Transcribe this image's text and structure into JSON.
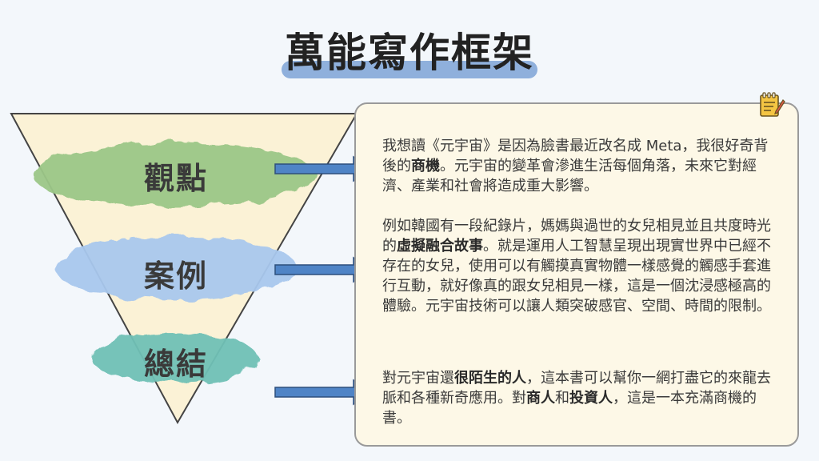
{
  "title": "萬能寫作框架",
  "funnel": {
    "stages": [
      {
        "label": "觀點",
        "color": "#9cc788"
      },
      {
        "label": "案例",
        "color": "#a9c8ee"
      },
      {
        "label": "總結",
        "color": "#6fc1b6"
      }
    ],
    "funnel_fill": "#fbf2d6",
    "arrow_color": "#4f84c6"
  },
  "panel": {
    "icon": "notepad-icon",
    "paragraphs": [
      {
        "segments": [
          {
            "text": "我想讀《元宇宙》是因為臉書最近改名成 Meta，我很好奇背後的",
            "bold": false
          },
          {
            "text": "商機",
            "bold": true
          },
          {
            "text": "。元宇宙的變革會滲進生活每個角落，未來它對經濟、產業和社會將造成重大影響。",
            "bold": false
          }
        ]
      },
      {
        "segments": [
          {
            "text": "例如韓國有一段紀錄片，媽媽與過世的女兒相見並且共度時光的",
            "bold": false
          },
          {
            "text": "虛擬融合故事",
            "bold": true
          },
          {
            "text": "。就是運用人工智慧呈現出現實世界中已經不存在的女兒，使用可以有觸摸真實物體一樣感覺的觸感手套進行互動，就好像真的跟女兒相見一樣，這是一個沈浸感極高的體驗。元宇宙技術可以讓人類突破感官、空間、時間的限制。",
            "bold": false
          }
        ]
      },
      {
        "segments": [
          {
            "text": "對元宇宙還",
            "bold": false
          },
          {
            "text": "很陌生的人",
            "bold": true
          },
          {
            "text": "，這本書可以幫你一網打盡它的來龍去脈和各種新奇應用。對",
            "bold": false
          },
          {
            "text": "商人",
            "bold": true
          },
          {
            "text": "和",
            "bold": false
          },
          {
            "text": "投資人",
            "bold": true
          },
          {
            "text": "，這是一本充滿商機的書。",
            "bold": false
          }
        ]
      }
    ]
  }
}
